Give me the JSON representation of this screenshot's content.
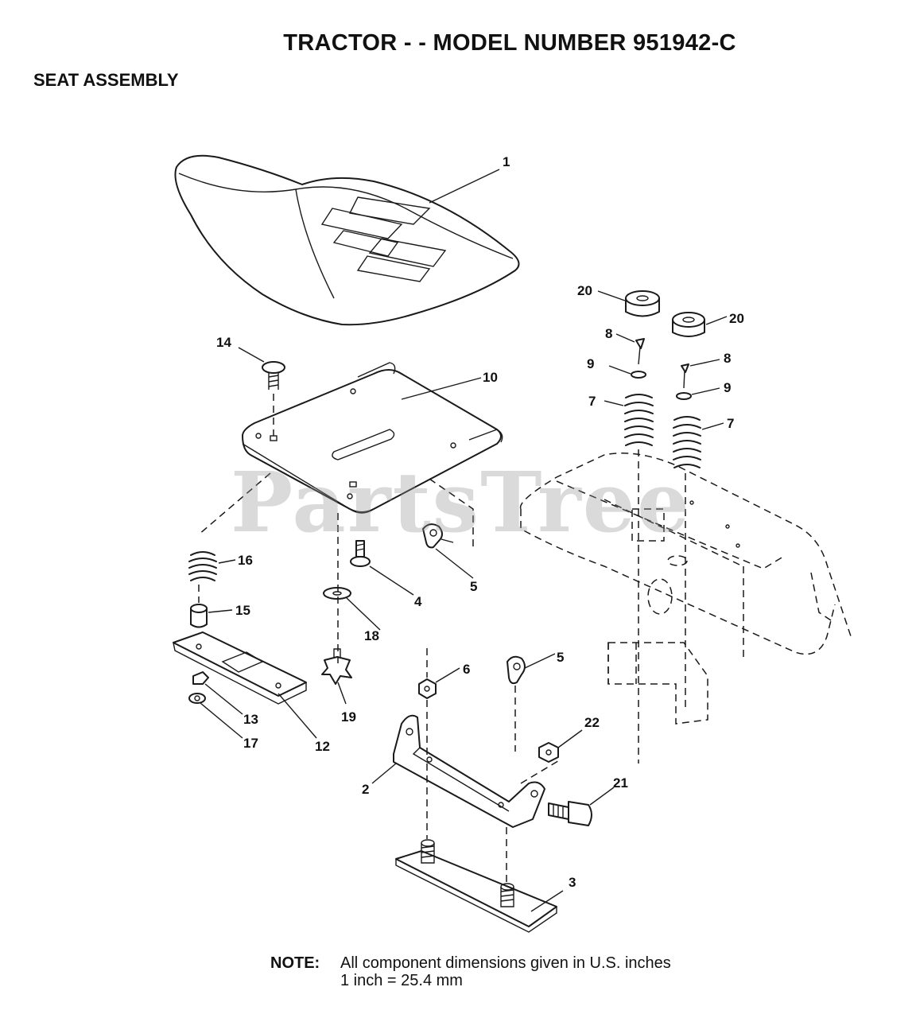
{
  "header": {
    "title": "TRACTOR - - MODEL NUMBER 951942-C",
    "section": "SEAT ASSEMBLY"
  },
  "watermark": "PartsTree",
  "callouts": {
    "seat": "1",
    "bracket": "2",
    "base_plate": "3",
    "screw_4": "4",
    "clip_a": "5",
    "clip_b": "5",
    "nut_6": "6",
    "spring_left": "7",
    "spring_right": "7",
    "pin_left": "8",
    "pin_right": "8",
    "washer_left": "9",
    "washer_right": "9",
    "seat_pan": "10",
    "slide_rail": "12",
    "nut_13": "13",
    "carriage_bolt": "14",
    "spacer": "15",
    "spring_16": "16",
    "nut_17": "17",
    "washer_18": "18",
    "knob": "19",
    "bumper_left": "20",
    "bumper_right": "20",
    "shoulder_bolt": "21",
    "nut_22": "22"
  },
  "note": {
    "label": "NOTE:",
    "line1": "All component dimensions given in U.S. inches",
    "line2": "1 inch = 25.4 mm"
  }
}
